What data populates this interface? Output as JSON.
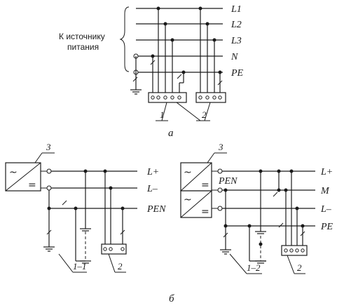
{
  "diagram_a": {
    "source_label_line1": "К источнику",
    "source_label_line2": "питания",
    "bus_labels": [
      "L1",
      "L2",
      "L3",
      "N",
      "PE"
    ],
    "callout_1": "1",
    "callout_2": "2",
    "caption": "а"
  },
  "diagram_b1": {
    "converter_callout": "3",
    "ac_symbol": "~",
    "dc_symbol": "=",
    "bus_labels": [
      "L+",
      "L–",
      "PEN"
    ],
    "ground_callout": "1–1",
    "load_callout": "2"
  },
  "diagram_b2": {
    "converter_callout": "3",
    "ac_symbol": "~",
    "dc_symbol": "=",
    "pen_label": "PEN",
    "bus_labels": [
      "L+",
      "M",
      "L–",
      "PE"
    ],
    "ground_callout": "1–2",
    "load_callout": "2"
  },
  "caption_b": "б"
}
